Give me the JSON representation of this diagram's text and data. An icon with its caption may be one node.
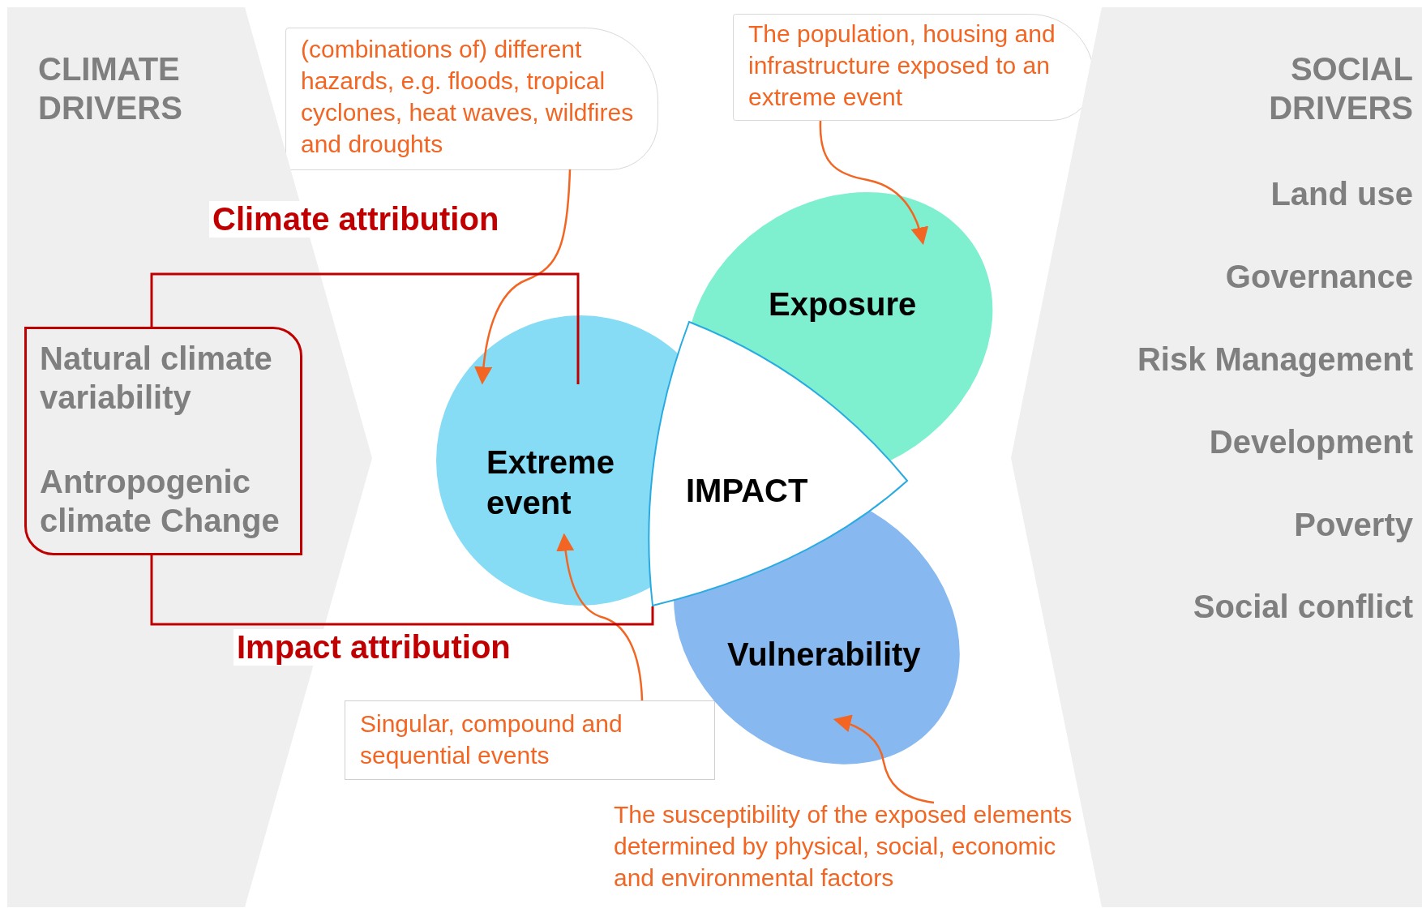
{
  "diagram": {
    "nodes": [
      {
        "text": [
          "CLIMATE DRIVERS"
        ]
      },
      {
        "text": [
          "Natural climate variability",
          "Antropogenic climate Change"
        ],
        "in": 0
      },
      {
        "text": [
          "(combinations of) different hazards, e.g. floods, tropical cyclones, heat waves, wildfires and droughts"
        ]
      },
      {
        "text": [
          "The population, housing and infrastructure exposed to an extreme event"
        ]
      },
      {
        "text": [
          "Extreme event"
        ]
      },
      {
        "text": [
          "Exposure"
        ]
      },
      {
        "text": [
          "IMPACT"
        ]
      },
      {
        "text": [
          "Vulnerability"
        ]
      },
      {
        "text": [
          "Singular, compound and sequential events"
        ]
      },
      {
        "text": [
          "The susceptibility of the exposed elements determined by physical, social, economic and environmental factors"
        ]
      },
      {
        "text": [
          "SOCIAL DRIVERS",
          "Land use",
          "Governance",
          "Risk Management",
          "Development",
          "Poverty",
          "Social conflict"
        ]
      }
    ],
    "edges": [
      {
        "from": 2,
        "to": 4,
        "arrow": "to"
      },
      {
        "from": 3,
        "to": 5,
        "arrow": "to"
      },
      {
        "from": 8,
        "to": 4,
        "arrow": "to"
      },
      {
        "from": 9,
        "to": 7,
        "arrow": "to"
      },
      {
        "from": 1,
        "to": 4,
        "arrow": "none",
        "label": "Climate attribution",
        "color": "#c00000"
      },
      {
        "from": 1,
        "to": 6,
        "arrow": "none",
        "label": "Impact attribution",
        "color": "#c00000"
      }
    ]
  }
}
